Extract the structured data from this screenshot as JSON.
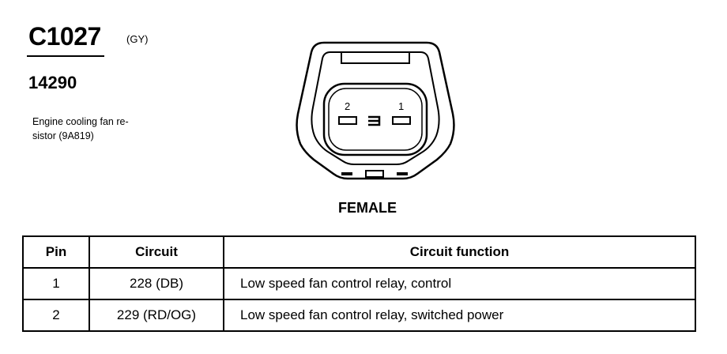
{
  "header": {
    "connector_id": "C1027",
    "color_code": "(GY)",
    "part_number": "14290",
    "description": "Engine cooling fan re-\nsistor (9A819)"
  },
  "connector": {
    "pin_labels": [
      "2",
      "1"
    ],
    "gender": "FEMALE"
  },
  "table": {
    "headers": [
      "Pin",
      "Circuit",
      "Circuit function"
    ],
    "rows": [
      {
        "pin": "1",
        "circuit": "228 (DB)",
        "function": "Low speed fan control relay, control"
      },
      {
        "pin": "2",
        "circuit": "229 (RD/OG)",
        "function": "Low speed fan control relay, switched power"
      }
    ]
  }
}
